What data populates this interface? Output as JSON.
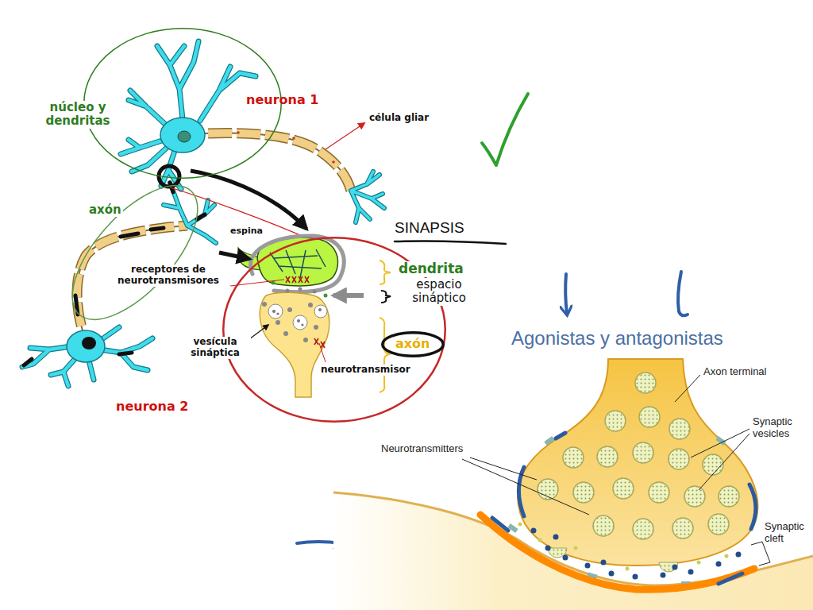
{
  "diagram": {
    "title": "Agonistas y antagonistas",
    "nodes": [
      {
        "text": [
          "núcleo y dendritas"
        ]
      },
      {
        "text": [
          "axón"
        ]
      },
      {
        "text": [
          "dendrita",
          "espacio sináptico",
          "neurotransmisor"
        ]
      },
      {
        "text": [
          "axón"
        ],
        "in": 2
      }
    ],
    "labels": [
      "neurona 1",
      "célula gliar",
      "espina",
      "receptores de neurotransmisores",
      "SINAPSIS",
      "vesícula sináptica",
      "neurona 2",
      "Axon terminal",
      "Synaptic vesicles",
      "Neurotransmitters",
      "Synaptic cleft"
    ]
  }
}
